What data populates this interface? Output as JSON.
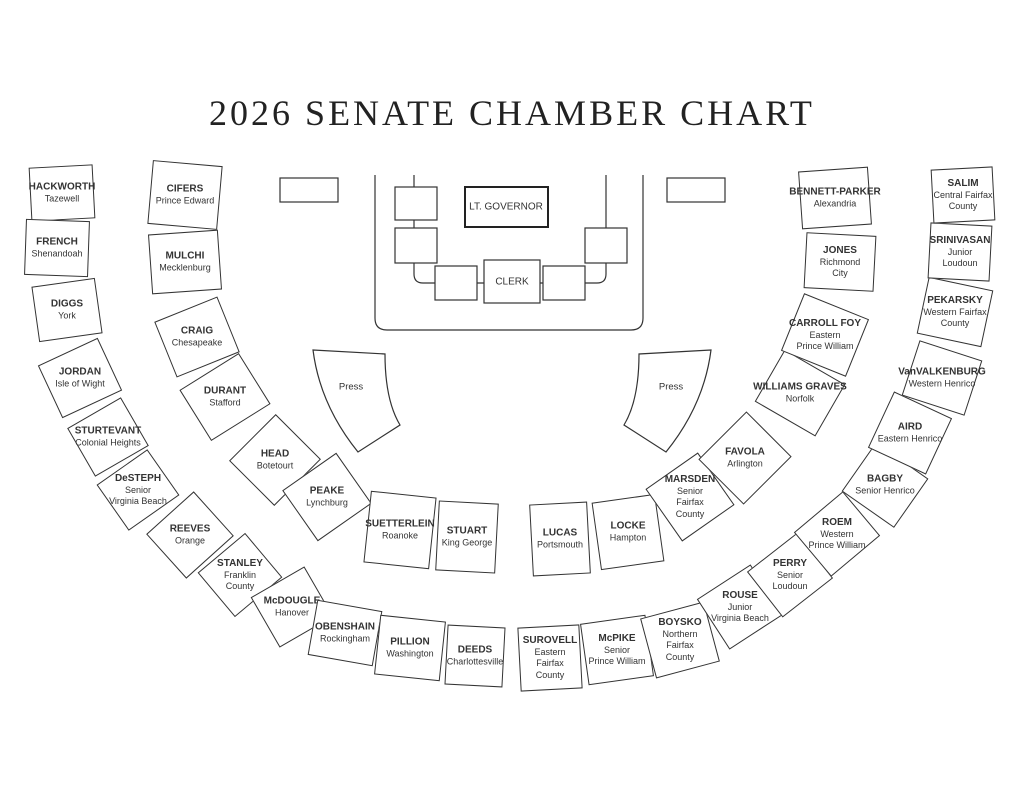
{
  "title": "2026 SENATE CHAMBER CHART",
  "podium": {
    "lt_governor": "LT. GOVERNOR",
    "clerk": "CLERK"
  },
  "press": {
    "left": "Press",
    "right": "Press"
  },
  "seats": [
    {
      "name": "HACKWORTH",
      "lines": [
        "Tazewell"
      ]
    },
    {
      "name": "FRENCH",
      "lines": [
        "Shenandoah"
      ]
    },
    {
      "name": "DIGGS",
      "lines": [
        "York"
      ]
    },
    {
      "name": "JORDAN",
      "lines": [
        "Isle of Wight"
      ]
    },
    {
      "name": "STURTEVANT",
      "lines": [
        "Colonial Heights"
      ]
    },
    {
      "name": "DeSTEPH",
      "lines": [
        "Senior",
        "Virginia Beach"
      ]
    },
    {
      "name": "REEVES",
      "lines": [
        "Orange"
      ]
    },
    {
      "name": "STANLEY",
      "lines": [
        "Franklin",
        "County"
      ]
    },
    {
      "name": "McDOUGLE",
      "lines": [
        "Hanover"
      ]
    },
    {
      "name": "OBENSHAIN",
      "lines": [
        "Rockingham"
      ]
    },
    {
      "name": "PILLION",
      "lines": [
        "Washington"
      ]
    },
    {
      "name": "DEEDS",
      "lines": [
        "Charlottesville"
      ]
    },
    {
      "name": "SUROVELL",
      "lines": [
        "Eastern",
        "Fairfax",
        "County"
      ]
    },
    {
      "name": "McPIKE",
      "lines": [
        "Senior",
        "Prince William"
      ]
    },
    {
      "name": "BOYSKO",
      "lines": [
        "Northern",
        "Fairfax",
        "County"
      ]
    },
    {
      "name": "ROUSE",
      "lines": [
        "Junior",
        "Virginia Beach"
      ]
    },
    {
      "name": "PERRY",
      "lines": [
        "Senior",
        "Loudoun"
      ]
    },
    {
      "name": "ROEM",
      "lines": [
        "Western",
        "Prince William"
      ]
    },
    {
      "name": "BAGBY",
      "lines": [
        "Senior Henrico"
      ]
    },
    {
      "name": "AIRD",
      "lines": [
        "Eastern Henrico"
      ]
    },
    {
      "name": "VanVALKENBURG",
      "lines": [
        "Western Henrico"
      ]
    },
    {
      "name": "PEKARSKY",
      "lines": [
        "Western Fairfax",
        "County"
      ]
    },
    {
      "name": "SRINIVASAN",
      "lines": [
        "Junior",
        "Loudoun"
      ]
    },
    {
      "name": "SALIM",
      "lines": [
        "Central Fairfax",
        "County"
      ]
    },
    {
      "name": "CIFERS",
      "lines": [
        "Prince Edward"
      ]
    },
    {
      "name": "MULCHI",
      "lines": [
        "Mecklenburg"
      ]
    },
    {
      "name": "CRAIG",
      "lines": [
        "Chesapeake"
      ]
    },
    {
      "name": "DURANT",
      "lines": [
        "Stafford"
      ]
    },
    {
      "name": "HEAD",
      "lines": [
        "Botetourt"
      ]
    },
    {
      "name": "PEAKE",
      "lines": [
        "Lynchburg"
      ]
    },
    {
      "name": "SUETTERLEIN",
      "lines": [
        "Roanoke"
      ]
    },
    {
      "name": "STUART",
      "lines": [
        "King George"
      ]
    },
    {
      "name": "LUCAS",
      "lines": [
        "Portsmouth"
      ]
    },
    {
      "name": "LOCKE",
      "lines": [
        "Hampton"
      ]
    },
    {
      "name": "MARSDEN",
      "lines": [
        "Senior",
        "Fairfax",
        "County"
      ]
    },
    {
      "name": "FAVOLA",
      "lines": [
        "Arlington"
      ]
    },
    {
      "name": "WILLIAMS GRAVES",
      "lines": [
        "Norfolk"
      ]
    },
    {
      "name": "CARROLL FOY",
      "lines": [
        "Eastern",
        "Prince William"
      ]
    },
    {
      "name": "JONES",
      "lines": [
        "Richmond",
        "City"
      ]
    },
    {
      "name": "BENNETT-PARKER",
      "lines": [
        "Alexandria"
      ]
    }
  ]
}
